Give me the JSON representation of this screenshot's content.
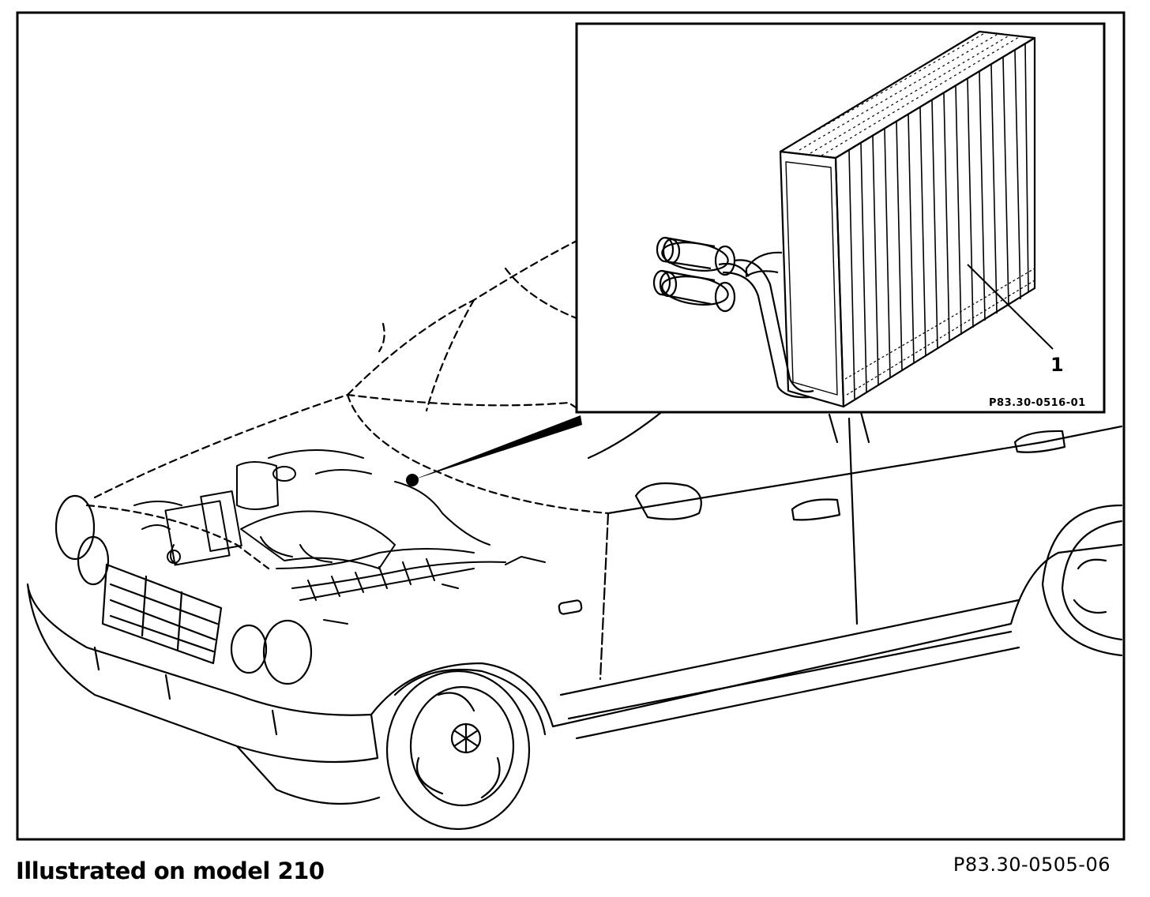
{
  "diagram": {
    "caption": "Illustrated on model 210",
    "figure_code": "P83.30-0505-06",
    "inset": {
      "callout_number": "1",
      "figure_code": "P83.30-0516-01"
    }
  }
}
